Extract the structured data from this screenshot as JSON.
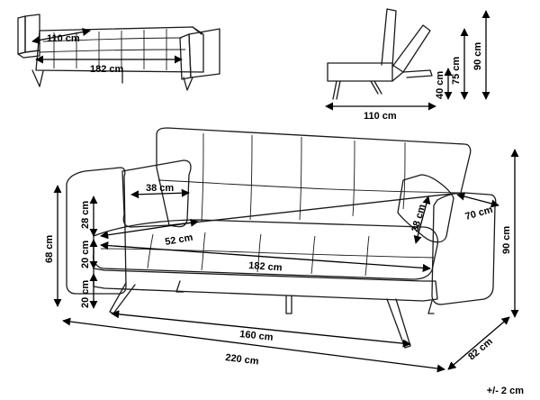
{
  "top_left": {
    "depth": "110 cm",
    "width": "182 cm"
  },
  "top_right": {
    "width": "110 cm",
    "h40": "40 cm",
    "h75": "75 cm",
    "h90": "90 cm"
  },
  "main": {
    "pillow_left": "38 cm",
    "pillow_right": "38 cm",
    "backrest": "28 cm",
    "seat_depth": "52 cm",
    "armrest": "70 cm",
    "seat_cushion": "20 cm",
    "seat_width": "182 cm",
    "leg": "20 cm",
    "height_68": "68 cm",
    "height_90": "90 cm",
    "legs_span": "160 cm",
    "total_width": "220 cm",
    "depth": "82 cm"
  },
  "tolerance": "+/- 2 cm"
}
